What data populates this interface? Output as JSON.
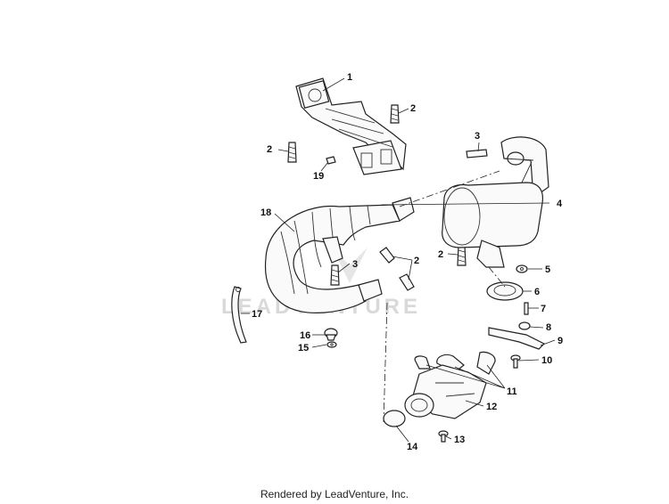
{
  "diagram": {
    "callouts": [
      {
        "id": "1",
        "label": "1"
      },
      {
        "id": "2a",
        "label": "2"
      },
      {
        "id": "2b",
        "label": "2"
      },
      {
        "id": "2c",
        "label": "2"
      },
      {
        "id": "2d",
        "label": "2"
      },
      {
        "id": "3a",
        "label": "3"
      },
      {
        "id": "3b",
        "label": "3"
      },
      {
        "id": "4",
        "label": "4"
      },
      {
        "id": "5",
        "label": "5"
      },
      {
        "id": "6",
        "label": "6"
      },
      {
        "id": "7",
        "label": "7"
      },
      {
        "id": "8",
        "label": "8"
      },
      {
        "id": "9",
        "label": "9"
      },
      {
        "id": "10",
        "label": "10"
      },
      {
        "id": "11",
        "label": "11"
      },
      {
        "id": "12",
        "label": "12"
      },
      {
        "id": "13",
        "label": "13"
      },
      {
        "id": "14",
        "label": "14"
      },
      {
        "id": "15",
        "label": "15"
      },
      {
        "id": "16",
        "label": "16"
      },
      {
        "id": "17",
        "label": "17"
      },
      {
        "id": "18",
        "label": "18"
      },
      {
        "id": "19",
        "label": "19"
      }
    ],
    "watermark": "LEADVENTURE"
  },
  "footer": {
    "text": "Rendered by LeadVenture, Inc."
  }
}
